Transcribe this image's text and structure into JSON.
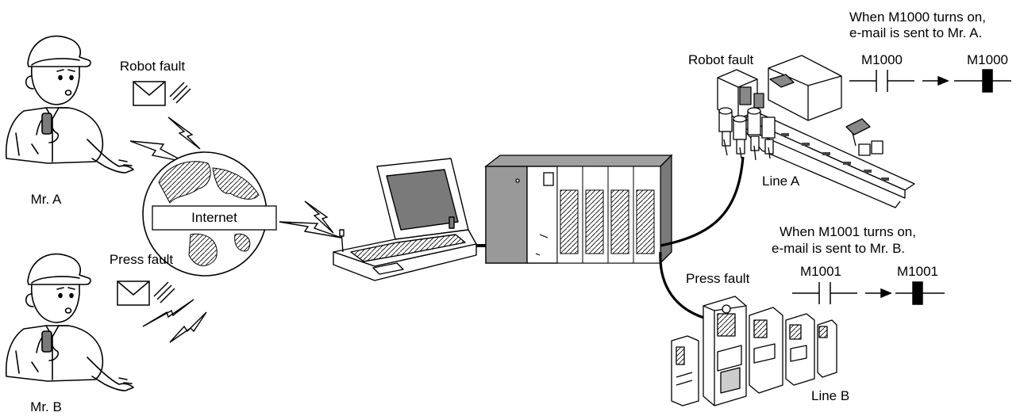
{
  "people": {
    "a": {
      "name": "Mr. A"
    },
    "b": {
      "name": "Mr. B"
    }
  },
  "emails": {
    "a": {
      "label": "Robot fault"
    },
    "b": {
      "label": "Press fault"
    }
  },
  "internet": {
    "label": "Internet"
  },
  "line_a": {
    "name": "Line A",
    "fault_label": "Robot fault",
    "note_line1": "When M1000 turns on,",
    "note_line2": "e-mail is sent to Mr. A.",
    "contact_label": "M1000",
    "coil_label": "M1000"
  },
  "line_b": {
    "name": "Line B",
    "fault_label": "Press fault",
    "note_line1": "When M1001 turns on,",
    "note_line2": "e-mail is sent to Mr. B.",
    "contact_label": "M1001",
    "coil_label": "M1001"
  }
}
